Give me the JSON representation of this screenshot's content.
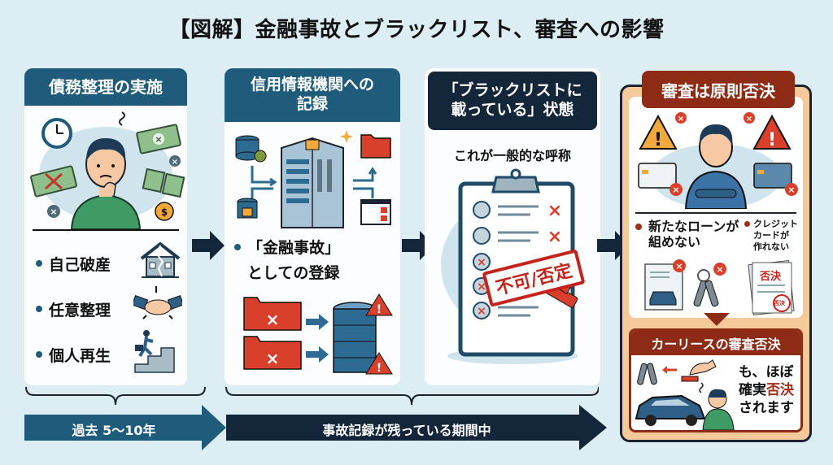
{
  "title": "【図解】金融事故とブラックリスト、審査への影響",
  "panels": {
    "debt_settlement": {
      "heading": "債務整理の実施",
      "items": [
        "自己破産",
        "任意整理",
        "個人再生"
      ],
      "icons": [
        "worried-person-icon",
        "broken-house-icon",
        "handshake-icon",
        "climbing-stairs-icon"
      ]
    },
    "credit_bureau": {
      "heading_line1": "信用情報機関への",
      "heading_line2": "記録",
      "bullet_line1": "「金融事故」",
      "bullet_line2": "としての登録",
      "icons": [
        "database-icon",
        "building-icon",
        "folder-icon",
        "warning-icon"
      ]
    },
    "blacklist": {
      "heading_line1": "「ブラックリストに",
      "heading_line2": "載っている」状態",
      "caption": "これが一般的な呼称",
      "stamp_text": "不可/否定",
      "icons": [
        "clipboard-icon",
        "stamp-icon"
      ]
    },
    "screening": {
      "heading": "審査は原則否決",
      "bullet1_line1": "新たなローンが",
      "bullet1_line2": "組めない",
      "bullet2_line1": "クレジット",
      "bullet2_line2": "カードが",
      "bullet2_line3": "作れない",
      "doc_stamp": "否決",
      "doc_stamp_small": "否決",
      "car_lease": {
        "heading": "カーリースの審査否決",
        "line1": "も、ほぼ",
        "line2_a": "確実",
        "line2_b": "否決",
        "line3": "されます"
      }
    }
  },
  "timeline": {
    "period1": "過去 5〜10年",
    "period2": "事故記録が残っている期間中"
  },
  "colors": {
    "teal": "#1f5b7a",
    "navy": "#14273a",
    "rust": "#8e2b14",
    "peach": "#f6c99a",
    "red": "#d9402b",
    "background": "#dcedf3"
  }
}
